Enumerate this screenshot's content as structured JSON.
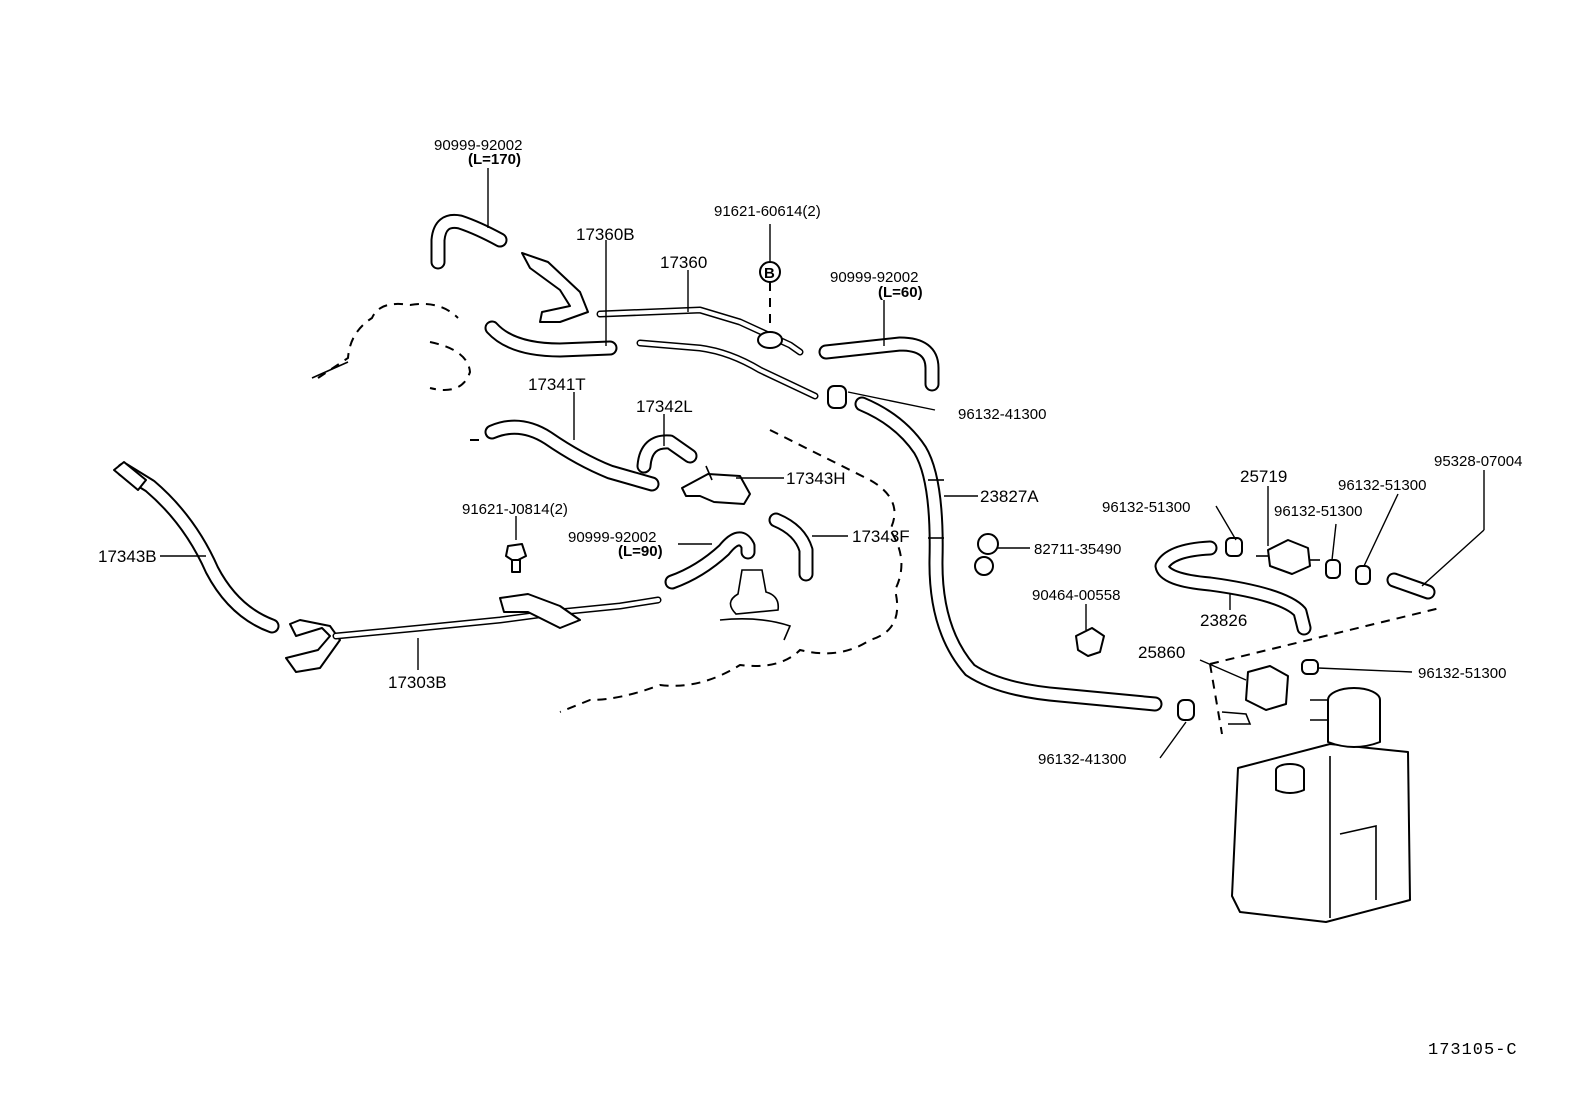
{
  "diagram_code": "173105-C",
  "b_marker": "B",
  "parts": {
    "p_90999_170": "90999-92002",
    "p_90999_170_len": "(L=170)",
    "p_17360B": "17360B",
    "p_17360": "17360",
    "p_91621_60614": "91621-60614(2)",
    "p_90999_60": "90999-92002",
    "p_90999_60_len": "(L=60)",
    "p_96132_41300_top": "96132-41300",
    "p_17341T": "17341T",
    "p_17342L": "17342L",
    "p_17343H": "17343H",
    "p_23827A": "23827A",
    "p_17343F": "17343F",
    "p_91621_J0814": "91621-J0814(2)",
    "p_90999_90": "90999-92002",
    "p_90999_90_len": "(L=90)",
    "p_17343B": "17343B",
    "p_17303B": "17303B",
    "p_82711_35490": "82711-35490",
    "p_90464_00558": "90464-00558",
    "p_96132_41300_bottom": "96132-41300",
    "p_25719": "25719",
    "p_96132_51300_a": "96132-51300",
    "p_96132_51300_b": "96132-51300",
    "p_96132_51300_c": "96132-51300",
    "p_95328_07004": "95328-07004",
    "p_23826": "23826",
    "p_25860": "25860",
    "p_96132_51300_d": "96132-51300"
  }
}
